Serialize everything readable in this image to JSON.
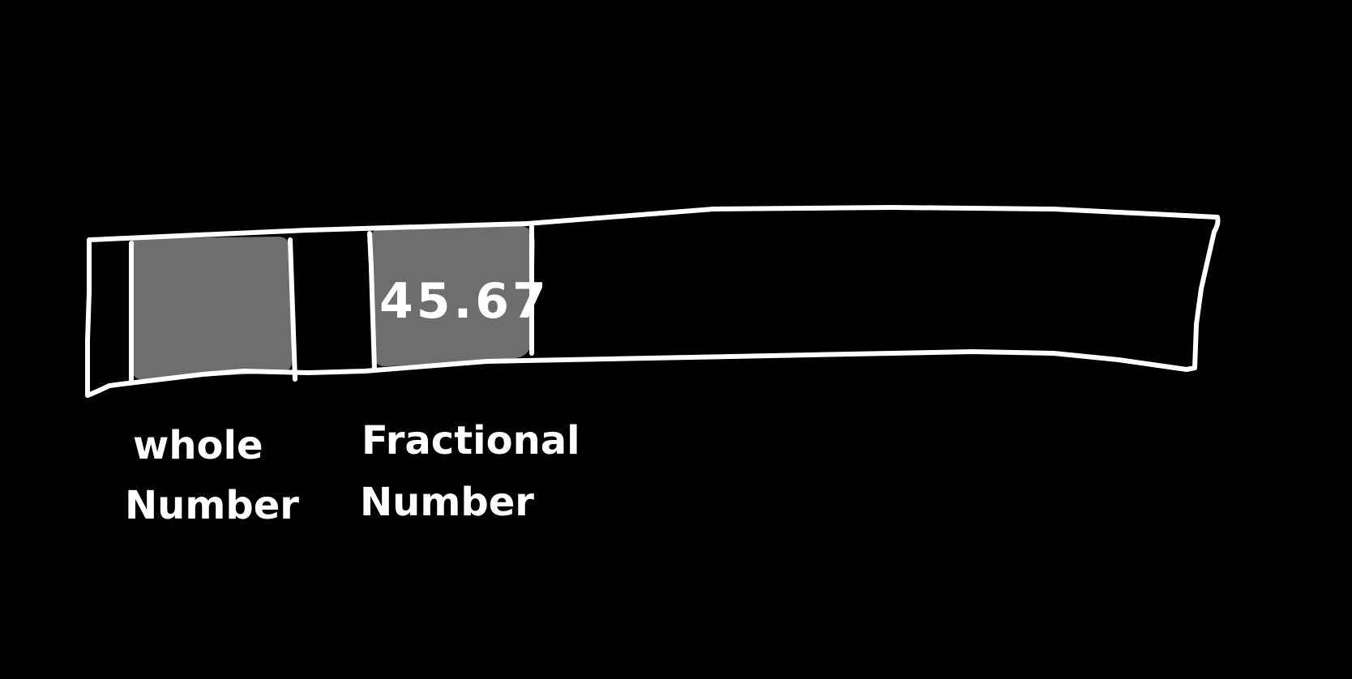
{
  "diagram": {
    "cells": [
      {
        "id": "whole",
        "value": "",
        "fill": "#6e6e6e"
      },
      {
        "id": "fractional",
        "value": "45.67",
        "fill": "#6e6e6e"
      }
    ],
    "labels": {
      "whole": {
        "line1": "whole",
        "line2": "Number"
      },
      "fractional": {
        "line1": "Fractional",
        "line2": "Number"
      }
    },
    "colors": {
      "background": "#000000",
      "stroke": "#ffffff",
      "cell_fill": "#6e6e6e"
    }
  }
}
